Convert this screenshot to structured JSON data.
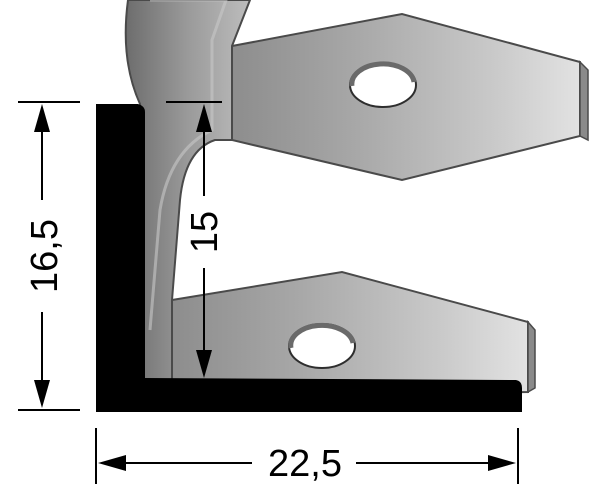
{
  "dimensions": {
    "height_outer": "16,5",
    "height_inner": "15",
    "width": "22,5"
  },
  "colors": {
    "background": "#ffffff",
    "profile_section": "#000000",
    "metal_light": "#dcdcdc",
    "metal_mid": "#a9a9a9",
    "metal_dark": "#6e6e6e",
    "outline": "#3a3a3a"
  }
}
